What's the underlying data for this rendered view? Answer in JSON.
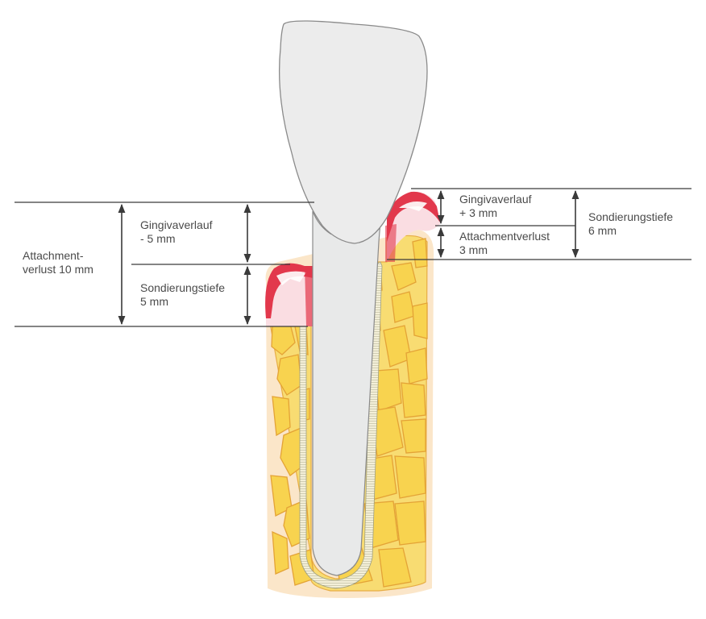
{
  "left_labels": {
    "attachment_line1": "Attachment-",
    "attachment_line2": "verlust 10 mm",
    "gingiva_line1": "Gingivaverlauf",
    "gingiva_line2": "- 5 mm",
    "probing_line1": "Sondierungstiefe",
    "probing_line2": "5 mm"
  },
  "right_labels": {
    "gingiva_line1": "Gingivaverlauf",
    "gingiva_line2": "+ 3 mm",
    "attachment_line1": "Attachmentverlust",
    "attachment_line2": "3 mm",
    "probing_line1": "Sondierungstiefe",
    "probing_line2": "6 mm"
  },
  "colors": {
    "bone_fill": "#f7d867",
    "bone_outline": "#e6a93a",
    "bone_halo": "#fbe2b8",
    "gingiva_red": "#e2384c",
    "gingiva_light": "#fbe3e6",
    "tooth_fill": "#e9eaea",
    "tooth_outline": "#8a8a8a",
    "line": "#3a3a3a"
  },
  "icons": [
    "dimension-arrow-icon"
  ]
}
